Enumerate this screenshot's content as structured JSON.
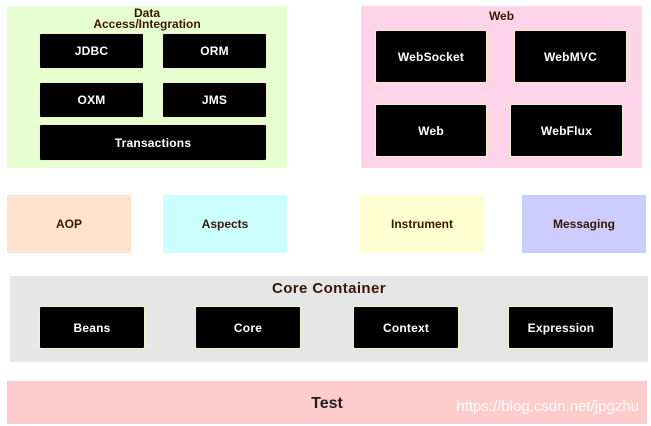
{
  "data_access": {
    "title_line1": "Data",
    "title_line2": "Access/Integration",
    "bg": "#e6ffd1",
    "modules": [
      "JDBC",
      "ORM",
      "OXM",
      "JMS",
      "Transactions"
    ]
  },
  "web": {
    "title": "Web",
    "bg": "#ffd4e8",
    "modules": [
      "WebSocket",
      "WebMVC",
      "Web",
      "WebFlux"
    ]
  },
  "middle": {
    "aop": {
      "label": "AOP",
      "bg": "#ffe3cf"
    },
    "aspects": {
      "label": "Aspects",
      "bg": "#ccffff"
    },
    "instrument": {
      "label": "Instrument",
      "bg": "#ffffcf"
    },
    "messaging": {
      "label": "Messaging",
      "bg": "#ccccff"
    }
  },
  "core_container": {
    "title": "Core  Container",
    "bg": "#e6e6e6",
    "modules": [
      "Beans",
      "Core",
      "Context",
      "Expression"
    ]
  },
  "test": {
    "label": "Test",
    "bg": "#ffcccc"
  },
  "watermark": "https://blog.csdn.net/jpgzhu"
}
